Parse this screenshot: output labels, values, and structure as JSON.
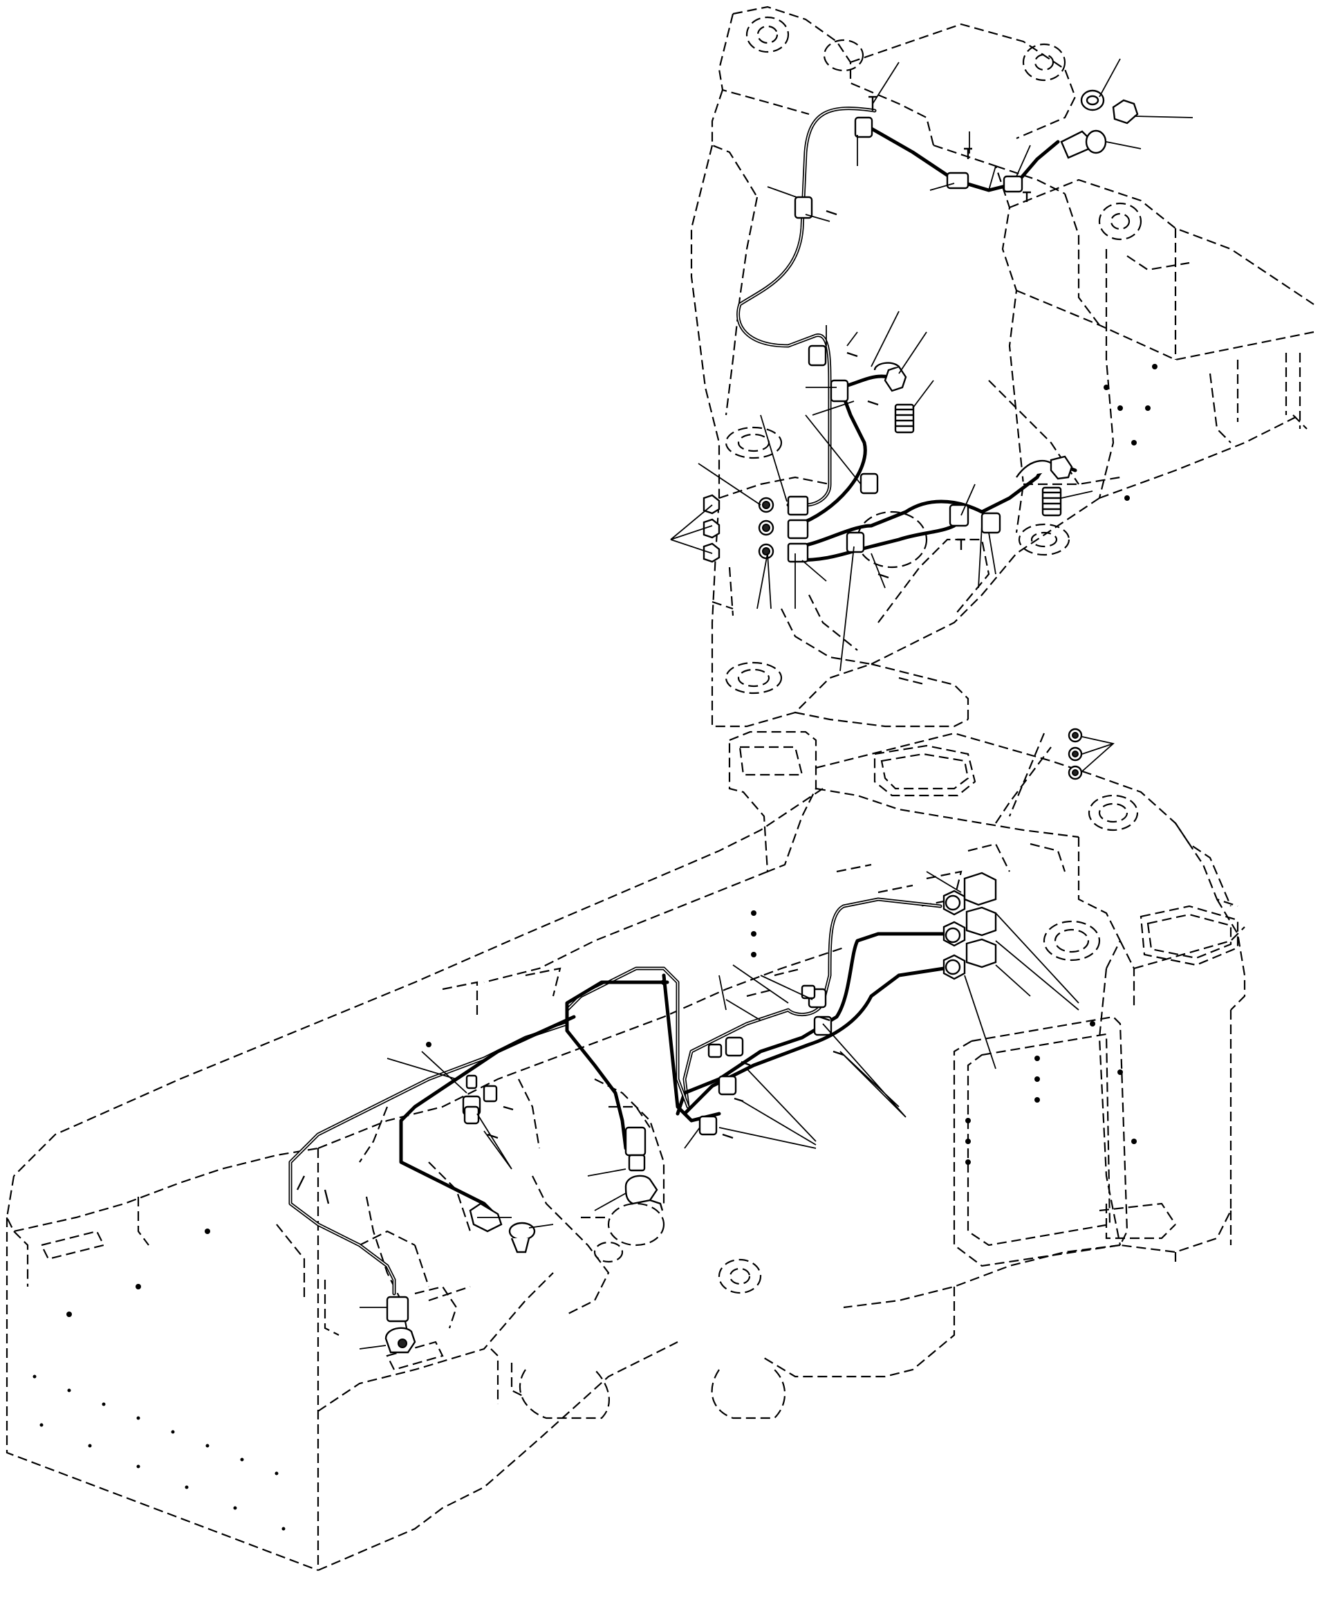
{
  "diagram": {
    "kind": "exploded-parts-drawing",
    "line_color": "#000000",
    "background_color": "#ffffff",
    "assemblies": [
      {
        "id": "upper-assembly",
        "description_visible": false
      },
      {
        "id": "lower-frame-assembly",
        "description_visible": false
      }
    ],
    "callout_labels": []
  }
}
